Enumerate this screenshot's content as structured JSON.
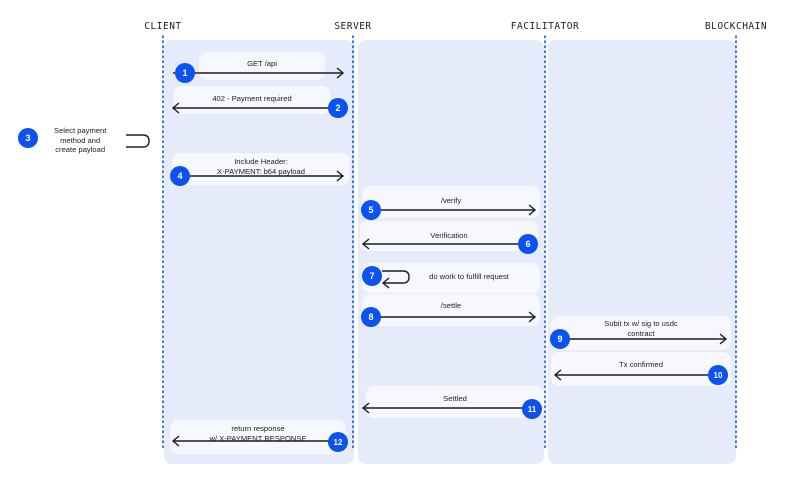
{
  "participants": {
    "client": "CLIENT",
    "server": "SERVER",
    "facilitator": "FACILITATOR",
    "blockchain": "BLOCKCHAIN"
  },
  "steps": [
    {
      "num": "1",
      "lines": [
        "GET /api"
      ],
      "from": "client",
      "to": "server"
    },
    {
      "num": "2",
      "lines": [
        "402 - Payment required"
      ],
      "from": "server",
      "to": "client"
    },
    {
      "num": "3",
      "lines": [
        "Select payment",
        "method and",
        "create payload"
      ],
      "from": "client",
      "to": "client"
    },
    {
      "num": "4",
      "lines": [
        "Include Header:",
        "X-PAYMENT: b64 payload"
      ],
      "from": "client",
      "to": "server"
    },
    {
      "num": "5",
      "lines": [
        "/verify"
      ],
      "from": "server",
      "to": "facilitator"
    },
    {
      "num": "6",
      "lines": [
        "Verification"
      ],
      "from": "facilitator",
      "to": "server"
    },
    {
      "num": "7",
      "lines": [
        "do work to fulfill request"
      ],
      "from": "server",
      "to": "server"
    },
    {
      "num": "8",
      "lines": [
        "/settle"
      ],
      "from": "server",
      "to": "facilitator"
    },
    {
      "num": "9",
      "lines": [
        "Subit tx w/ sig to usdc",
        "contract"
      ],
      "from": "facilitator",
      "to": "blockchain"
    },
    {
      "num": "10",
      "lines": [
        "Tx confirmed"
      ],
      "from": "blockchain",
      "to": "facilitator"
    },
    {
      "num": "11",
      "lines": [
        "Settled"
      ],
      "from": "facilitator",
      "to": "server"
    },
    {
      "num": "12",
      "lines": [
        "return response",
        "w/ X-PAYMENT RESPONSE"
      ],
      "from": "server",
      "to": "client"
    }
  ],
  "colors": {
    "accent": "#0b52ef",
    "lane": "#e5ebfb",
    "line": "#1e1e1e"
  }
}
